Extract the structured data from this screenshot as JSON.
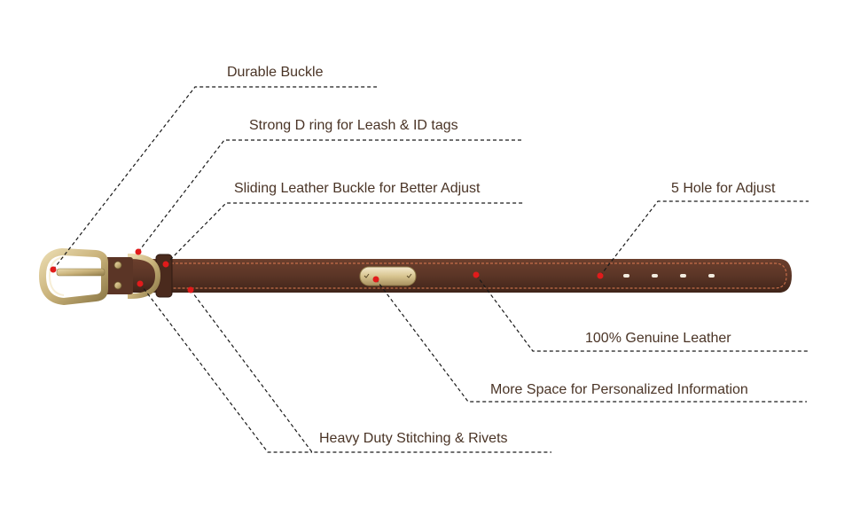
{
  "product": {
    "leather_color": "#5b3526",
    "stitch_color": "#c76e4a",
    "hardware_color": "#c9b27a",
    "marker_color": "#e11b1b",
    "line_color": "#1a1a1a"
  },
  "callouts": {
    "durable_buckle": "Durable Buckle",
    "d_ring": "Strong D ring for Leash & ID tags",
    "sliding_buckle": "Sliding Leather Buckle for Better Adjust",
    "holes": "5 Hole for Adjust",
    "genuine_leather": "100% Genuine Leather",
    "personalized_space": "More Space for Personalized Information",
    "stitching": "Heavy Duty Stitching & Rivets"
  }
}
